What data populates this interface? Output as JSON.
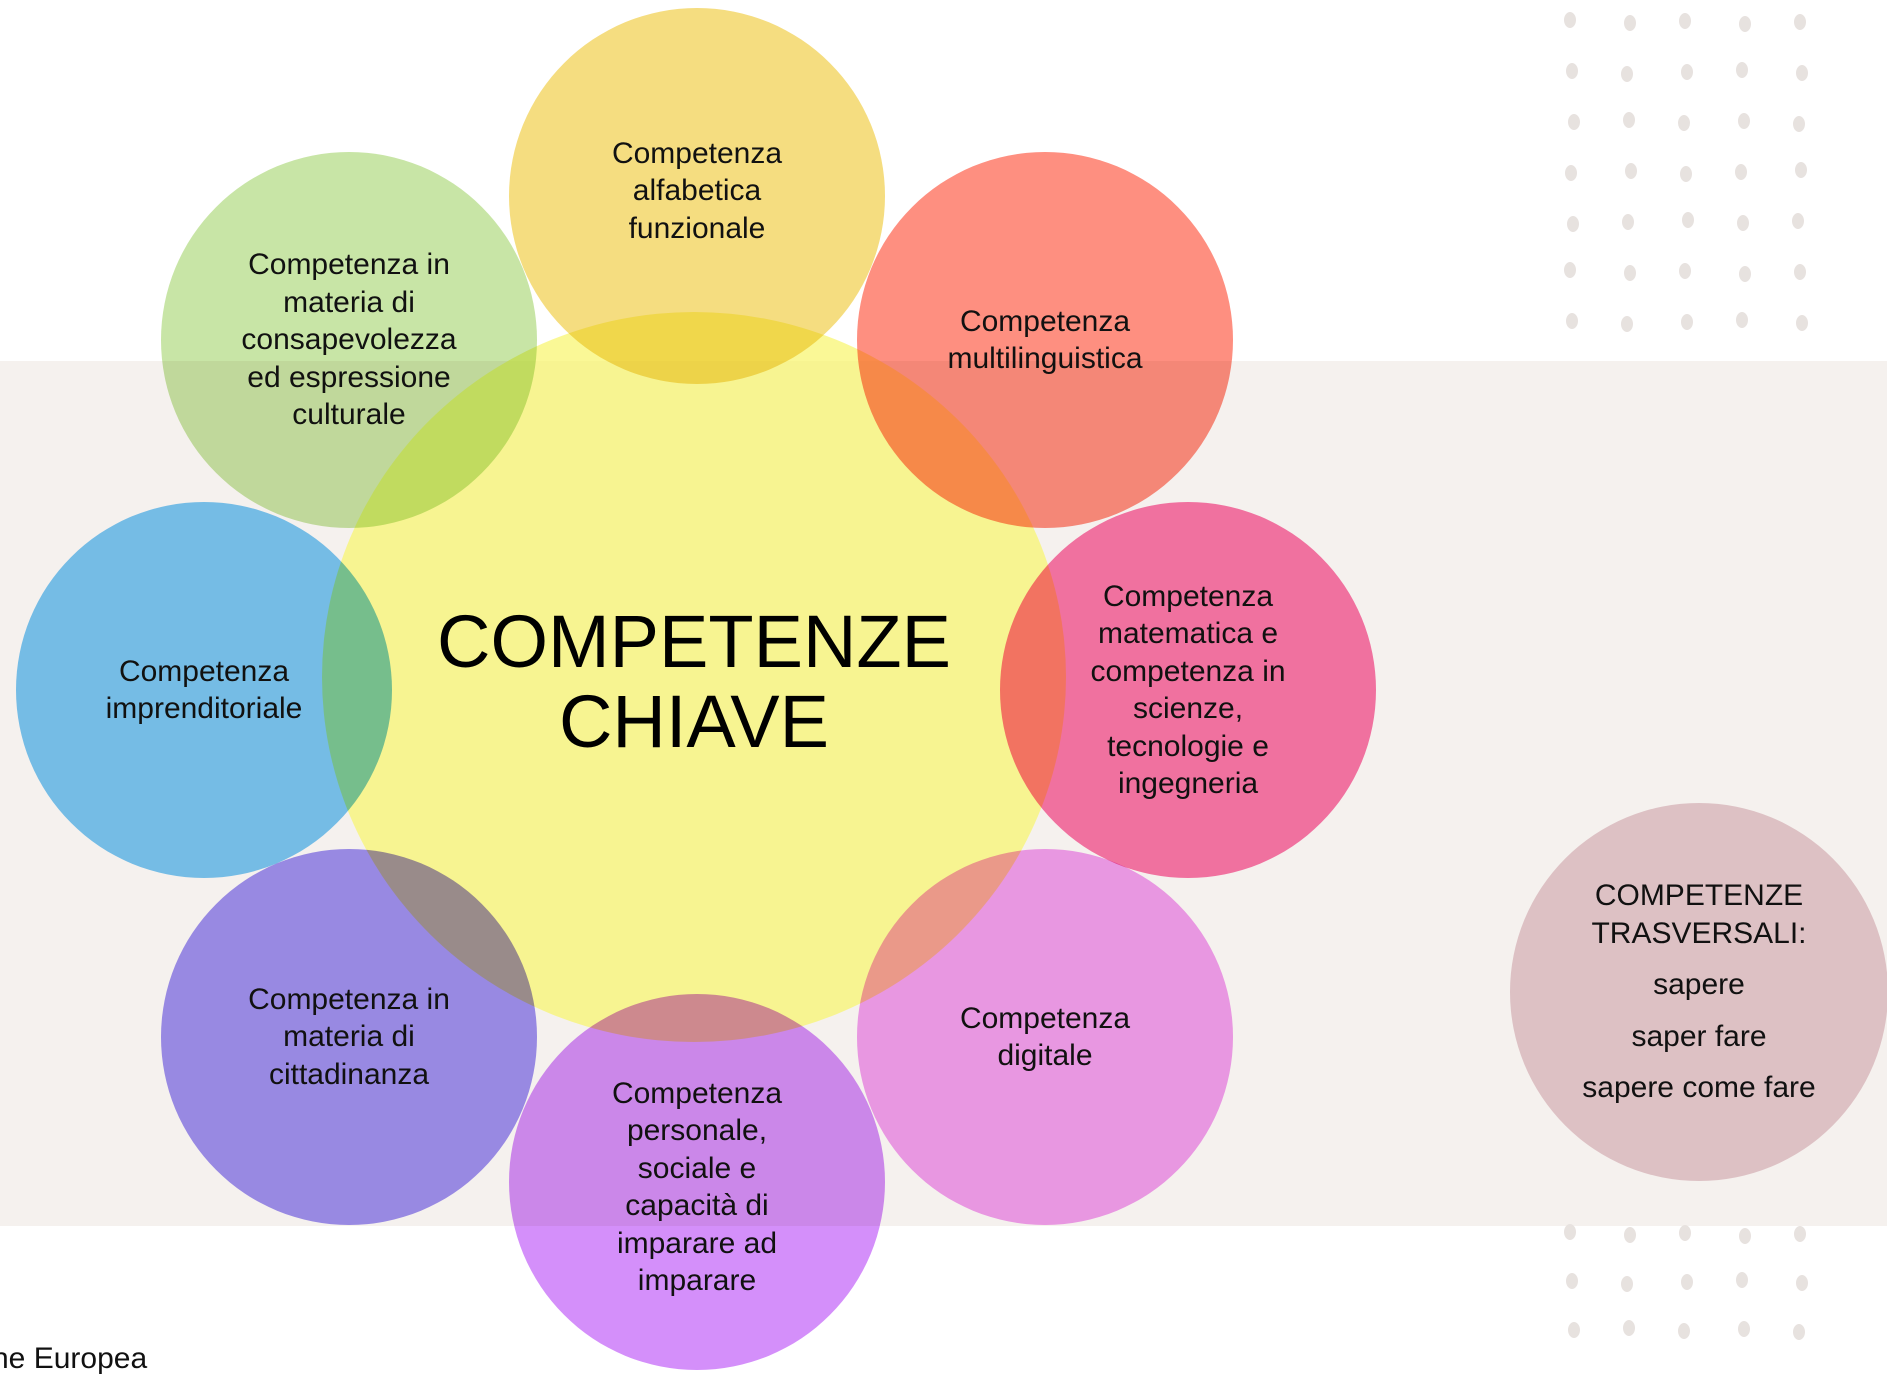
{
  "diagram": {
    "center": {
      "label": "COMPETENZE\nCHIAVE",
      "color": "#f8f56e"
    },
    "satellites": [
      {
        "id": "c1",
        "label": "Competenza\nalfabetica\nfunzionale",
        "color": "#f5dd80"
      },
      {
        "id": "c2",
        "label": "Competenza\nmultilinguistica",
        "color": "#fe8f80"
      },
      {
        "id": "c3",
        "label": "Competenza\nmatematica e\ncompetenza in\nscienze,\ntecnologie e\ningegneria",
        "color": "#fa78aa"
      },
      {
        "id": "c4",
        "label": "Competenza\ndigitale",
        "color": "#f2a0f1"
      },
      {
        "id": "c5",
        "label": "Competenza\npersonale,\nsociale e\ncapacità di\nimparare ad\nimparare",
        "color": "#d48ffa"
      },
      {
        "id": "c6",
        "label": "Competenza in\nmateria di\ncittadinanza",
        "color": "#9e91f3"
      },
      {
        "id": "c7",
        "label": "Competenza\nimprenditoriale",
        "color": "#7ac7f6"
      },
      {
        "id": "c8",
        "label": "Competenza in\nmateria di\nconsapevolezza\ned espressione\nculturale",
        "color": "#c8e5a6"
      }
    ]
  },
  "side_circle": {
    "title_line1": "COMPETENZE",
    "title_line2": "TRASVERSALI:",
    "items": [
      "sapere",
      "saper fare",
      "sapere come fare"
    ],
    "color": "#ddc1c4"
  },
  "footer": {
    "text": "ne Europea"
  },
  "decorations": {
    "band_color": "#f5f1ee",
    "dot_color": "#e7e2df"
  }
}
